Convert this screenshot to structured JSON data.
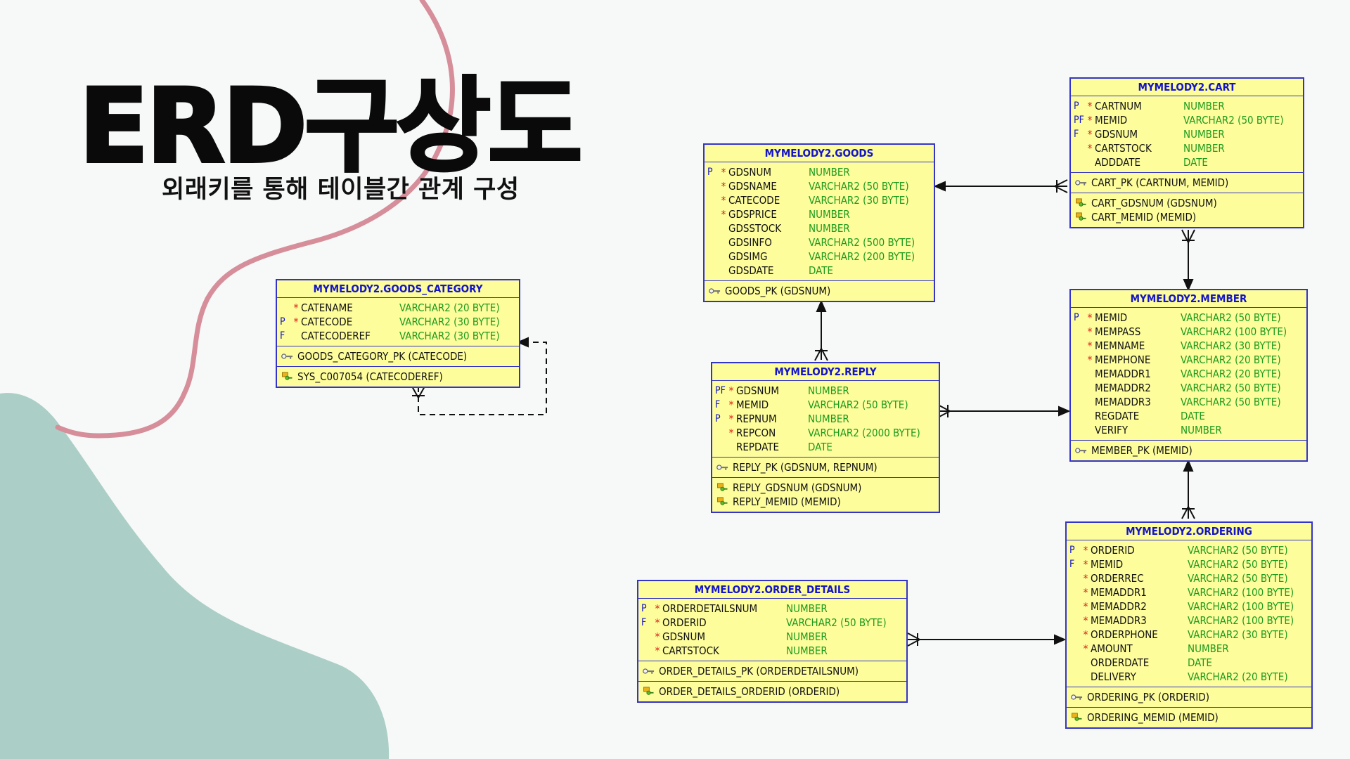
{
  "title": "ERD구상도",
  "subtitle": "외래키를 통해 테이블간 관계 구성",
  "tables": {
    "cart": {
      "name": "MYMELODY2.CART",
      "columns": [
        {
          "key": "P",
          "req": "*",
          "name": "CARTNUM",
          "type": "NUMBER"
        },
        {
          "key": "PF",
          "req": "*",
          "name": "MEMID",
          "type": "VARCHAR2 (50 BYTE)"
        },
        {
          "key": "F",
          "req": "*",
          "name": "GDSNUM",
          "type": "NUMBER"
        },
        {
          "key": "",
          "req": "*",
          "name": "CARTSTOCK",
          "type": "NUMBER"
        },
        {
          "key": "",
          "req": "",
          "name": "ADDDATE",
          "type": "DATE"
        }
      ],
      "pk": [
        "CART_PK (CARTNUM, MEMID)"
      ],
      "fk": [
        "CART_GDSNUM (GDSNUM)",
        "CART_MEMID (MEMID)"
      ]
    },
    "goods": {
      "name": "MYMELODY2.GOODS",
      "columns": [
        {
          "key": "P",
          "req": "*",
          "name": "GDSNUM",
          "type": "NUMBER"
        },
        {
          "key": "",
          "req": "*",
          "name": "GDSNAME",
          "type": "VARCHAR2 (50 BYTE)"
        },
        {
          "key": "",
          "req": "*",
          "name": "CATECODE",
          "type": "VARCHAR2 (30 BYTE)"
        },
        {
          "key": "",
          "req": "*",
          "name": "GDSPRICE",
          "type": "NUMBER"
        },
        {
          "key": "",
          "req": "",
          "name": "GDSSTOCK",
          "type": "NUMBER"
        },
        {
          "key": "",
          "req": "",
          "name": "GDSINFO",
          "type": "VARCHAR2 (500 BYTE)"
        },
        {
          "key": "",
          "req": "",
          "name": "GDSIMG",
          "type": "VARCHAR2 (200 BYTE)"
        },
        {
          "key": "",
          "req": "",
          "name": "GDSDATE",
          "type": "DATE"
        }
      ],
      "pk": [
        "GOODS_PK (GDSNUM)"
      ],
      "fk": []
    },
    "category": {
      "name": "MYMELODY2.GOODS_CATEGORY",
      "columns": [
        {
          "key": "",
          "req": "*",
          "name": "CATENAME",
          "type": "VARCHAR2 (20 BYTE)"
        },
        {
          "key": "P",
          "req": "*",
          "name": "CATECODE",
          "type": "VARCHAR2 (30 BYTE)"
        },
        {
          "key": "F",
          "req": "",
          "name": "CATECODEREF",
          "type": "VARCHAR2 (30 BYTE)"
        }
      ],
      "pk": [
        "GOODS_CATEGORY_PK (CATECODE)"
      ],
      "fk": [
        "SYS_C007054 (CATECODEREF)"
      ]
    },
    "member": {
      "name": "MYMELODY2.MEMBER",
      "columns": [
        {
          "key": "P",
          "req": "*",
          "name": "MEMID",
          "type": "VARCHAR2 (50 BYTE)"
        },
        {
          "key": "",
          "req": "*",
          "name": "MEMPASS",
          "type": "VARCHAR2 (100 BYTE)"
        },
        {
          "key": "",
          "req": "*",
          "name": "MEMNAME",
          "type": "VARCHAR2 (30 BYTE)"
        },
        {
          "key": "",
          "req": "*",
          "name": "MEMPHONE",
          "type": "VARCHAR2 (20 BYTE)"
        },
        {
          "key": "",
          "req": "",
          "name": "MEMADDR1",
          "type": "VARCHAR2 (20 BYTE)"
        },
        {
          "key": "",
          "req": "",
          "name": "MEMADDR2",
          "type": "VARCHAR2 (50 BYTE)"
        },
        {
          "key": "",
          "req": "",
          "name": "MEMADDR3",
          "type": "VARCHAR2 (50 BYTE)"
        },
        {
          "key": "",
          "req": "",
          "name": "REGDATE",
          "type": "DATE"
        },
        {
          "key": "",
          "req": "",
          "name": "VERIFY",
          "type": "NUMBER"
        }
      ],
      "pk": [
        "MEMBER_PK (MEMID)"
      ],
      "fk": []
    },
    "reply": {
      "name": "MYMELODY2.REPLY",
      "columns": [
        {
          "key": "PF",
          "req": "*",
          "name": "GDSNUM",
          "type": "NUMBER"
        },
        {
          "key": "F",
          "req": "*",
          "name": "MEMID",
          "type": "VARCHAR2 (50 BYTE)"
        },
        {
          "key": "P",
          "req": "*",
          "name": "REPNUM",
          "type": "NUMBER"
        },
        {
          "key": "",
          "req": "*",
          "name": "REPCON",
          "type": "VARCHAR2 (2000 BYTE)"
        },
        {
          "key": "",
          "req": "",
          "name": "REPDATE",
          "type": "DATE"
        }
      ],
      "pk": [
        "REPLY_PK (GDSNUM, REPNUM)"
      ],
      "fk": [
        "REPLY_GDSNUM (GDSNUM)",
        "REPLY_MEMID (MEMID)"
      ]
    },
    "ordering": {
      "name": "MYMELODY2.ORDERING",
      "columns": [
        {
          "key": "P",
          "req": "*",
          "name": "ORDERID",
          "type": "VARCHAR2 (50 BYTE)"
        },
        {
          "key": "F",
          "req": "*",
          "name": "MEMID",
          "type": "VARCHAR2 (50 BYTE)"
        },
        {
          "key": "",
          "req": "*",
          "name": "ORDERREC",
          "type": "VARCHAR2 (50 BYTE)"
        },
        {
          "key": "",
          "req": "*",
          "name": "MEMADDR1",
          "type": "VARCHAR2 (100 BYTE)"
        },
        {
          "key": "",
          "req": "*",
          "name": "MEMADDR2",
          "type": "VARCHAR2 (100 BYTE)"
        },
        {
          "key": "",
          "req": "*",
          "name": "MEMADDR3",
          "type": "VARCHAR2 (100 BYTE)"
        },
        {
          "key": "",
          "req": "*",
          "name": "ORDERPHONE",
          "type": "VARCHAR2 (30 BYTE)"
        },
        {
          "key": "",
          "req": "*",
          "name": "AMOUNT",
          "type": "NUMBER"
        },
        {
          "key": "",
          "req": "",
          "name": "ORDERDATE",
          "type": "DATE"
        },
        {
          "key": "",
          "req": "",
          "name": "DELIVERY",
          "type": "VARCHAR2 (20 BYTE)"
        }
      ],
      "pk": [
        "ORDERING_PK (ORDERID)"
      ],
      "fk": [
        "ORDERING_MEMID (MEMID)"
      ]
    },
    "order_details": {
      "name": "MYMELODY2.ORDER_DETAILS",
      "columns": [
        {
          "key": "P",
          "req": "*",
          "name": "ORDERDETAILSNUM",
          "type": "NUMBER"
        },
        {
          "key": "F",
          "req": "*",
          "name": "ORDERID",
          "type": "VARCHAR2 (50 BYTE)"
        },
        {
          "key": "",
          "req": "*",
          "name": "GDSNUM",
          "type": "NUMBER"
        },
        {
          "key": "",
          "req": "*",
          "name": "CARTSTOCK",
          "type": "NUMBER"
        }
      ],
      "pk": [
        "ORDER_DETAILS_PK (ORDERDETAILSNUM)"
      ],
      "fk": [
        "ORDER_DETAILS_ORDERID (ORDERID)"
      ]
    }
  },
  "colors": {
    "table_fill": "#fdfd9c",
    "table_border": "#3434c8",
    "header_text": "#1414c8",
    "type_text": "#1c9a1c",
    "required_mark": "#e0201a",
    "curve": "#d68e9a",
    "blob": "#abcfc6"
  }
}
